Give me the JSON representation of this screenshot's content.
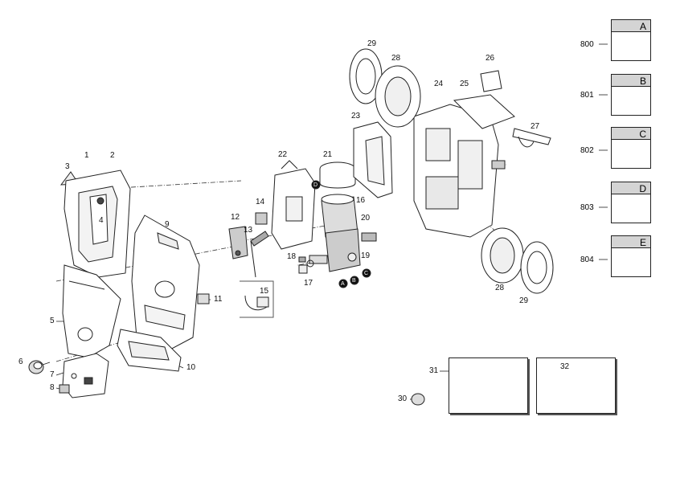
{
  "parts": [
    {
      "n": "1"
    },
    {
      "n": "2"
    },
    {
      "n": "3"
    },
    {
      "n": "4"
    },
    {
      "n": "5"
    },
    {
      "n": "6"
    },
    {
      "n": "7"
    },
    {
      "n": "8"
    },
    {
      "n": "9"
    },
    {
      "n": "10"
    },
    {
      "n": "11"
    },
    {
      "n": "12"
    },
    {
      "n": "13"
    },
    {
      "n": "14"
    },
    {
      "n": "15"
    },
    {
      "n": "16"
    },
    {
      "n": "17"
    },
    {
      "n": "18"
    },
    {
      "n": "19"
    },
    {
      "n": "20"
    },
    {
      "n": "21"
    },
    {
      "n": "22"
    },
    {
      "n": "23"
    },
    {
      "n": "24"
    },
    {
      "n": "25"
    },
    {
      "n": "26"
    },
    {
      "n": "27"
    },
    {
      "n": "28"
    },
    {
      "n": "28"
    },
    {
      "n": "29"
    },
    {
      "n": "29"
    },
    {
      "n": "30"
    },
    {
      "n": "31"
    },
    {
      "n": "32"
    }
  ],
  "markers": [
    "A",
    "B",
    "C",
    "D"
  ],
  "kits": [
    {
      "code": "800",
      "letter": "A"
    },
    {
      "code": "801",
      "letter": "B"
    },
    {
      "code": "802",
      "letter": "C"
    },
    {
      "code": "803",
      "letter": "D"
    },
    {
      "code": "804",
      "letter": "E"
    }
  ]
}
